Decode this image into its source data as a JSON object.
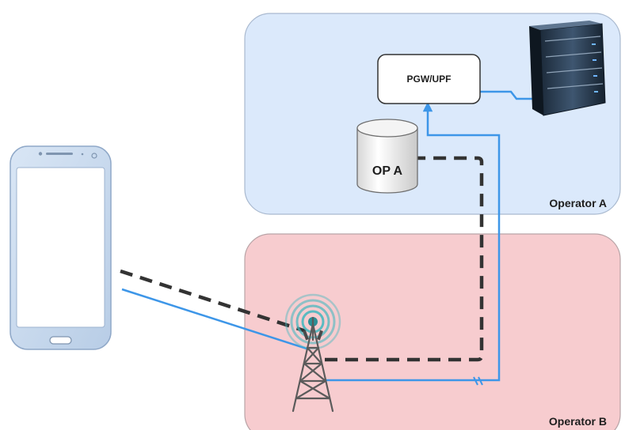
{
  "regions": {
    "operator_a": {
      "label": "Operator A",
      "fill": "#dbe9fb",
      "stroke": "#a9b9cf"
    },
    "operator_b": {
      "label": "Operator B",
      "fill": "#f7cccf",
      "stroke": "#b8a3a6"
    }
  },
  "nodes": {
    "gateway": {
      "label": "PGW/UPF"
    },
    "database": {
      "label": "OP A"
    },
    "server": {
      "icon": "server-rack-icon"
    },
    "tower": {
      "icon": "cell-tower-icon"
    },
    "phone": {
      "icon": "smartphone-icon"
    }
  },
  "links": {
    "user_plane": {
      "color": "#3d96e8",
      "style": "solid"
    },
    "control_plane": {
      "color": "#333333",
      "style": "dashed"
    }
  }
}
